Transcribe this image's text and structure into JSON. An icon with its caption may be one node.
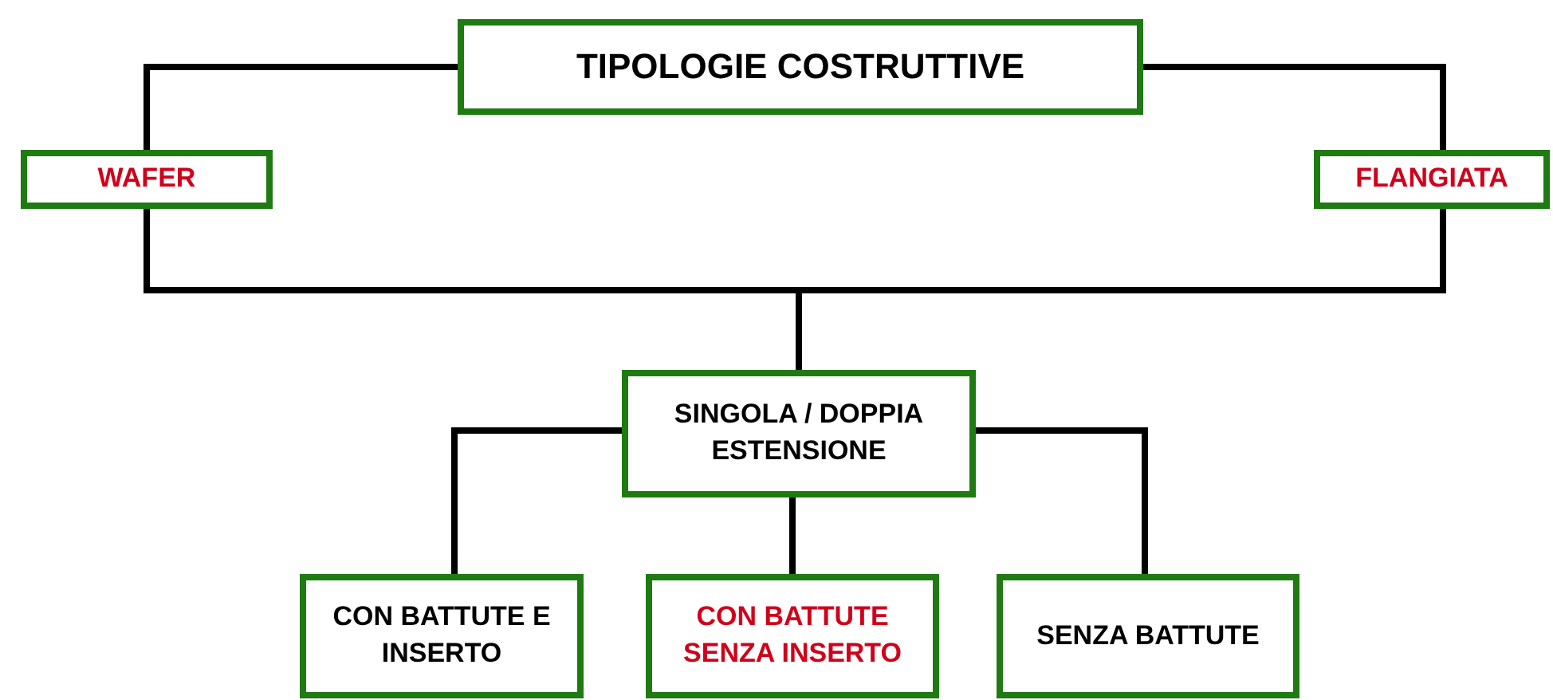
{
  "diagram": {
    "nodes": [
      {
        "text": [
          "TIPOLOGIE COSTRUTTIVE"
        ]
      },
      {
        "text": [
          "WAFER"
        ]
      },
      {
        "text": [
          "FLANGIATA"
        ]
      },
      {
        "text": [
          "SINGOLA / DOPPIA ESTENSIONE"
        ]
      },
      {
        "text": [
          "CON BATTUTE E INSERTO"
        ]
      },
      {
        "text": [
          "CON BATTUTE SENZA INSERTO"
        ]
      },
      {
        "text": [
          "SENZA BATTUTE"
        ]
      }
    ],
    "edges": [
      {
        "from": 0,
        "to": 1,
        "arrow": "none"
      },
      {
        "from": 0,
        "to": 2,
        "arrow": "none"
      },
      {
        "from": 1,
        "to": 3,
        "arrow": "none"
      },
      {
        "from": 2,
        "to": 3,
        "arrow": "none"
      },
      {
        "from": 3,
        "to": 4,
        "arrow": "none"
      },
      {
        "from": 3,
        "to": 5,
        "arrow": "none"
      },
      {
        "from": 3,
        "to": 6,
        "arrow": "none"
      }
    ]
  }
}
